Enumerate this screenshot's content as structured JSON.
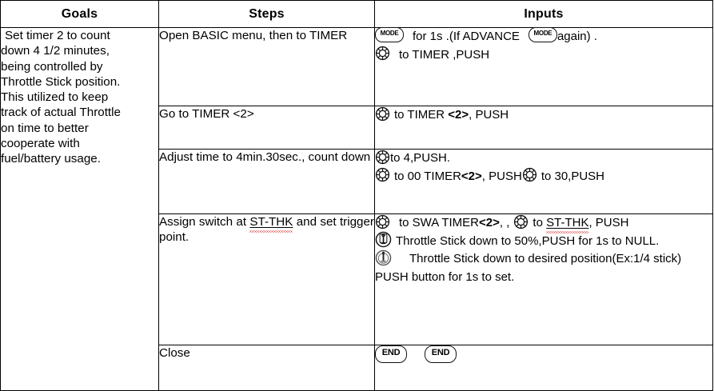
{
  "table": {
    "headers": [
      "Goals",
      "Steps",
      "Inputs"
    ],
    "goals": {
      "lines": [
        "Set timer 2 to count",
        "down 4 1/2 minutes,",
        "being controlled by",
        "Throttle Stick position.",
        "This utilized to keep",
        "track of actual Throttle",
        "on time to better",
        "cooperate with",
        "fuel/battery usage."
      ]
    },
    "rows": [
      {
        "step": "Open BASIC menu, then to TIMER",
        "inputs": {
          "line1": {
            "icon_a": "mode-button-icon",
            "icon_a_label": "MODE",
            "text_a": "for 1s .(If ADVANCE",
            "icon_b": "mode-button-icon",
            "icon_b_label": "MODE",
            "text_b": "again) ."
          },
          "line2": {
            "icon": "rotary-dial-icon",
            "text": "to TIMER ,PUSH"
          }
        }
      },
      {
        "step": "Go to TIMER <2>",
        "inputs": {
          "line1": {
            "icon": "rotary-dial-icon",
            "text_pre": "to TIMER ",
            "text_bold": "<2>",
            "text_post": ",   PUSH"
          }
        }
      },
      {
        "step": "Adjust time to 4min.30sec., count down",
        "inputs": {
          "line1": {
            "icon": "rotary-dial-icon",
            "text": "to 4,PUSH."
          },
          "line2": {
            "icon": "rotary-dial-icon",
            "text_pre": "to 00 TIMER",
            "text_bold": "<2>",
            "text_mid": ",   PUSH",
            "icon_b": "rotary-dial-icon",
            "text_post": "to 30,PUSH"
          }
        }
      },
      {
        "step_pre": "Assign switch at ",
        "step_mark": "ST-THK",
        "step_post": " and set trigger point.",
        "inputs": {
          "line1": {
            "icon_a": "rotary-dial-icon",
            "text_a_pre": "to SWA TIMER",
            "text_a_bold": "<2>",
            "text_a_post": ",   ,",
            "icon_b": "rotary-dial-icon",
            "text_b_pre": "to ",
            "text_b_mark": "ST-THK",
            "text_b_post": ",  PUSH"
          },
          "line2": {
            "icon": "throttle-stick-icon",
            "text": "Throttle Stick down to 50%,PUSH for 1s to NULL."
          },
          "line3": {
            "icon": "throttle-stick-shaded-icon",
            "text": "Throttle Stick down to desired position(Ex:1/4 stick) PUSH button for 1s to set."
          }
        }
      },
      {
        "step": "Close",
        "inputs": {
          "line1": {
            "icon_a": "end-button-icon",
            "icon_a_label": "END",
            "icon_b": "end-button-icon",
            "icon_b_label": "END"
          }
        }
      }
    ]
  },
  "colors": {
    "border": "#000000",
    "text": "#000000",
    "spellcheck_underline": "#e23b3b",
    "background": "#ffffff"
  }
}
